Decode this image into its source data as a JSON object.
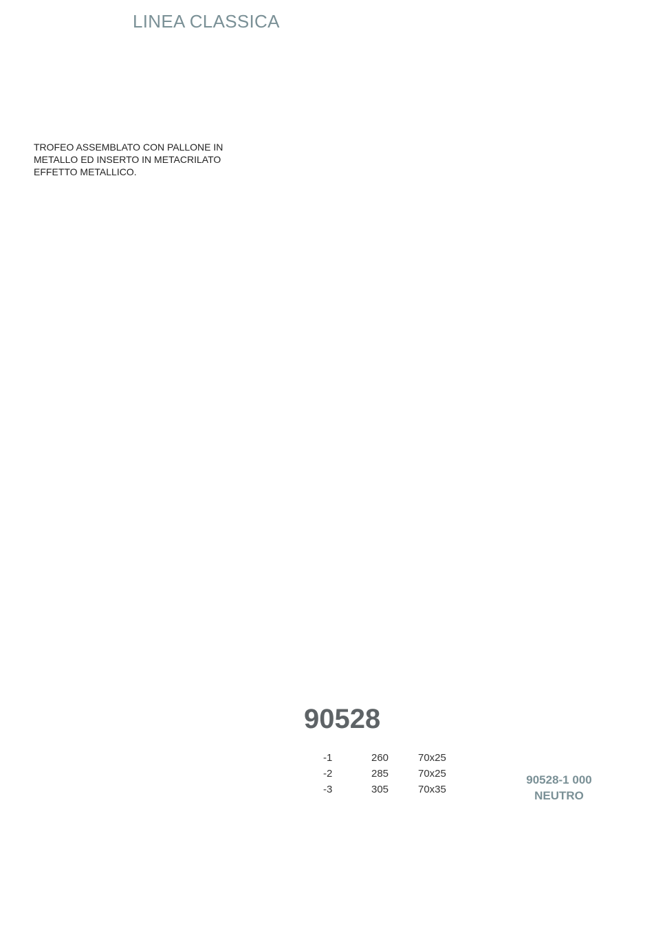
{
  "header": {
    "series": "LINEA CLASSICA"
  },
  "description": [
    "TROFEO ASSEMBLATO CON PALLONE IN",
    "METALLO ED INSERTO IN METACRILATO",
    "EFFETTO METALLICO."
  ],
  "product": {
    "code": "90528",
    "sizes": [
      {
        "suffix": "-1",
        "height": "260",
        "base": "70x25"
      },
      {
        "suffix": "-2",
        "height": "285",
        "base": "70x25"
      },
      {
        "suffix": "-3",
        "height": "305",
        "base": "70x35"
      }
    ],
    "variant_code": "90528-1 000",
    "variant_name": "NEUTRO"
  }
}
